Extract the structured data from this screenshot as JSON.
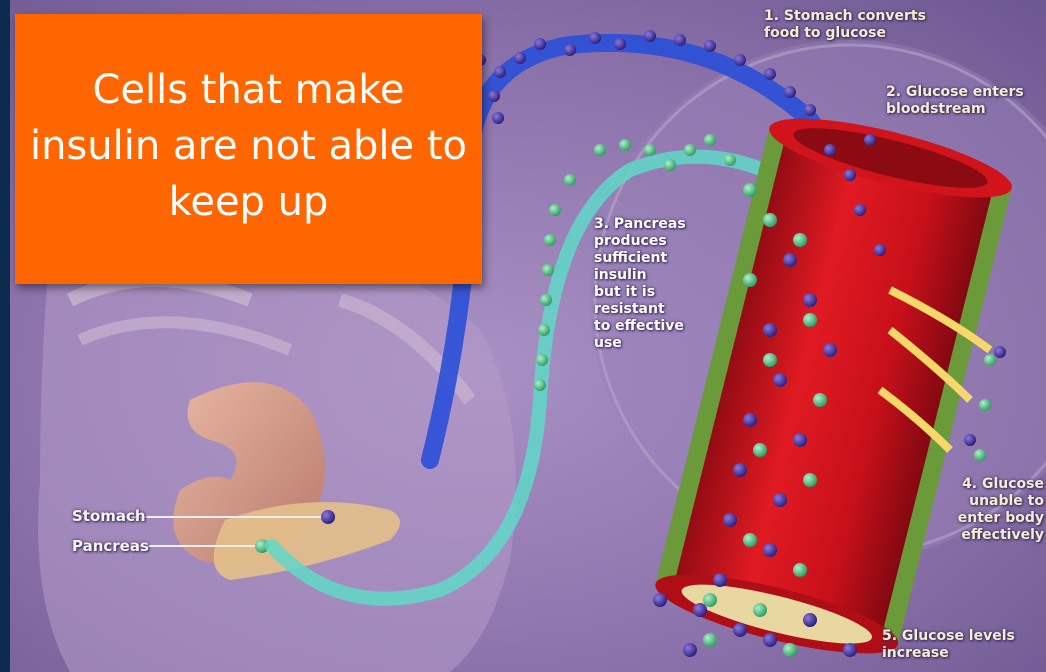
{
  "callout": {
    "text": "Cells that make insulin are not able to keep up"
  },
  "illustration": {
    "step1": "1. Stomach converts\nfood to glucose",
    "step2": "2. Glucose enters\nbloodstream",
    "step3": "3. Pancreas\nproduces\nsufficient\ninsulin\nbut it is\nresistant\nto effective\nuse",
    "step4": "4. Glucose\nunable to\nenter body\neffectively",
    "step5": "5. Glucose levels\nincrease",
    "stomach_label": "Stomach",
    "pancreas_label": "Pancreas"
  },
  "colors": {
    "slide_background": "#0d2a4f",
    "callout_background": "#ff6600",
    "illustration_background": "#8a6fa8",
    "blood_vessel": "#c8101a",
    "glucose_dot": "#3a2a8a",
    "insulin_dot": "#3fbf7a"
  }
}
